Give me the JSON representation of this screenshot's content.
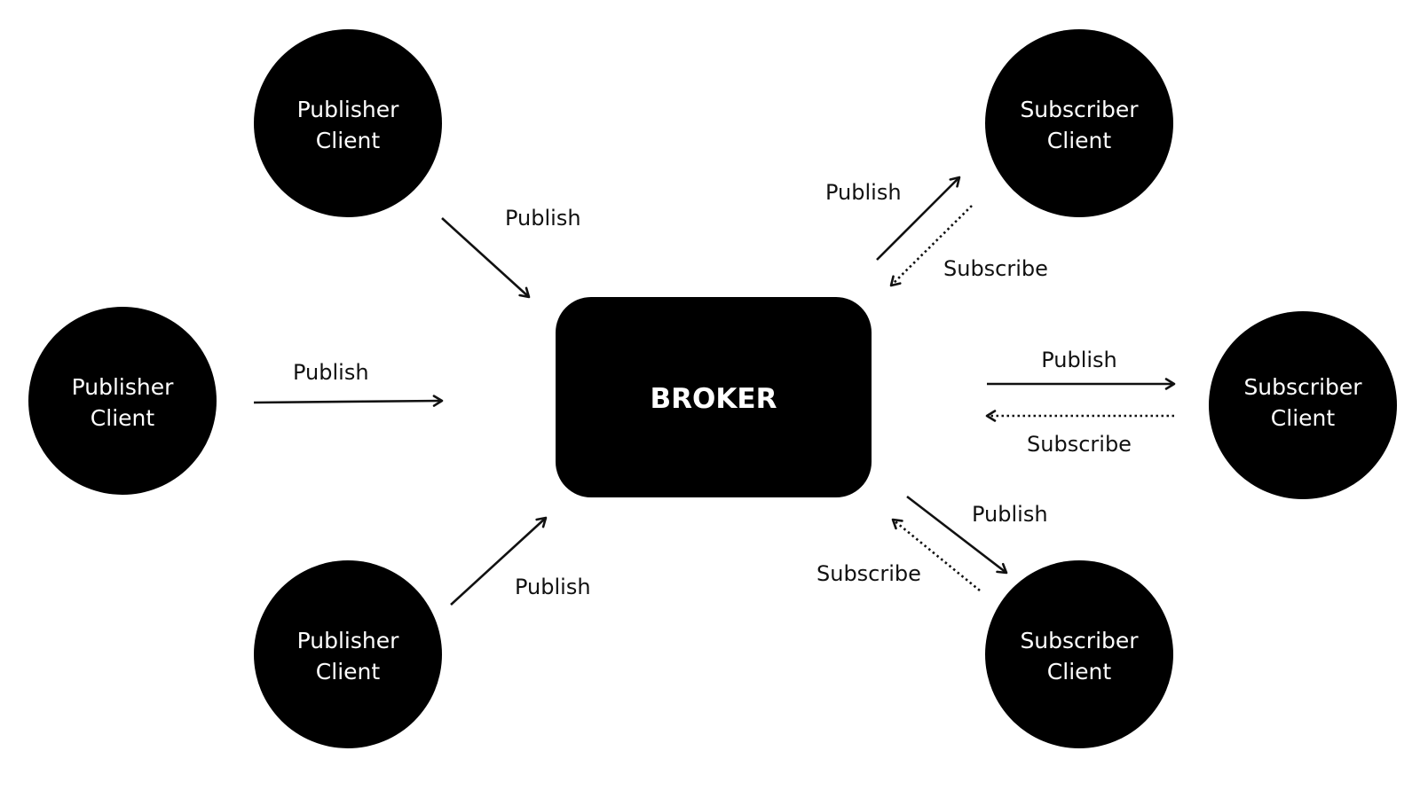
{
  "broker": {
    "label": "BROKER"
  },
  "publishers": [
    {
      "line1": "Publisher",
      "line2": "Client"
    },
    {
      "line1": "Publisher",
      "line2": "Client"
    },
    {
      "line1": "Publisher",
      "line2": "Client"
    }
  ],
  "subscribers": [
    {
      "line1": "Subscriber",
      "line2": "Client"
    },
    {
      "line1": "Subscriber",
      "line2": "Client"
    },
    {
      "line1": "Subscriber",
      "line2": "Client"
    }
  ],
  "edges": {
    "pub_top": "Publish",
    "pub_mid": "Publish",
    "pub_bottom": "Publish",
    "sub_top_publish": "Publish",
    "sub_top_subscribe": "Subscribe",
    "sub_mid_publish": "Publish",
    "sub_mid_subscribe": "Subscribe",
    "sub_bottom_publish": "Publish",
    "sub_bottom_subscribe": "Subscribe"
  }
}
